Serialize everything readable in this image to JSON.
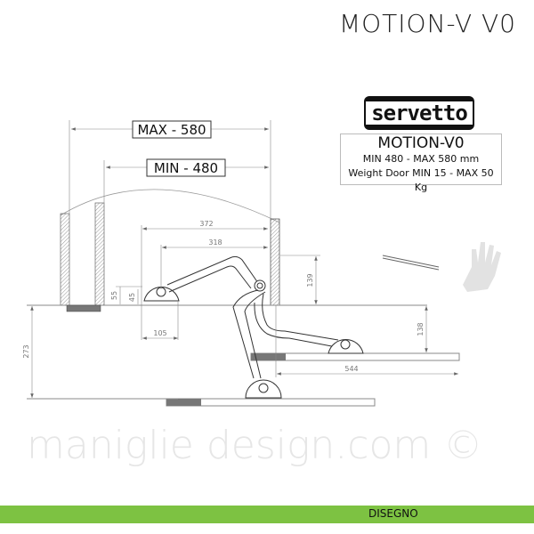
{
  "header": {
    "title": "MOTION-V V0"
  },
  "logo": {
    "text": "servetto"
  },
  "spec": {
    "model": "MOTION-V0",
    "range": "MIN 480 - MAX 580 mm",
    "weight": "Weight Door MIN 15 - MAX 50 Kg"
  },
  "drawing": {
    "max_label": "MAX - 580",
    "min_label": "MIN - 480",
    "dims": {
      "d372": "372",
      "d318": "318",
      "d139": "139",
      "d138": "138",
      "d55": "55",
      "d45": "45",
      "d105": "105",
      "d273": "273",
      "d544": "544"
    },
    "watermark": "maniglie design.com ©"
  },
  "footer": {
    "label": "DISEGNO"
  },
  "colors": {
    "accent": "#7dc242"
  }
}
